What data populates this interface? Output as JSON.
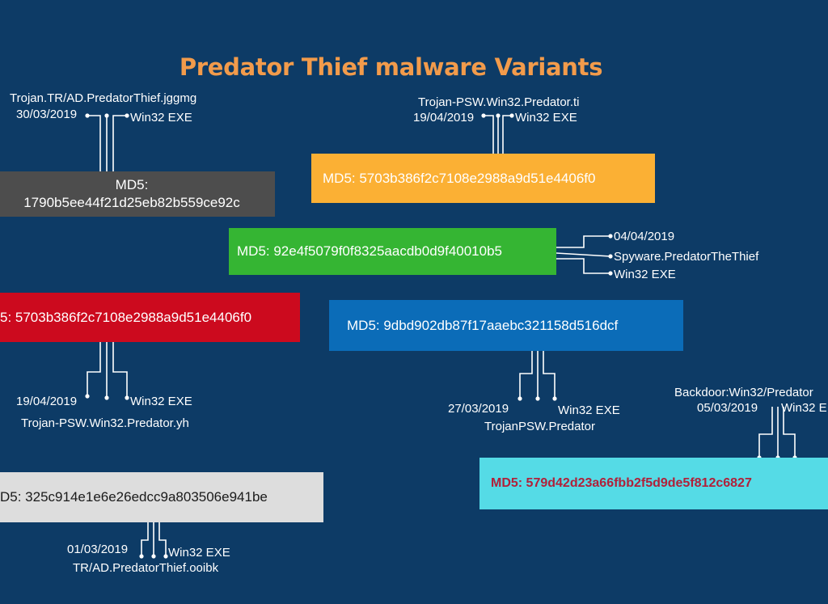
{
  "title": "Predator Thief malware Variants",
  "colors": {
    "background": "#0d3b66",
    "title": "#f29b4b"
  },
  "variants": [
    {
      "id": "v1",
      "md5": "MD5:\n1790b5ee44f21d25eb82b559ce92c",
      "date": "30/03/2019",
      "name": "Trojan.TR/AD.PredatorThief.jggmg",
      "type": "Win32 EXE",
      "box_color": "#4d4d4d",
      "text_color": "#ffffff"
    },
    {
      "id": "v2",
      "md5": "MD5: 5703b386f2c7108e2988a9d51e4406f0",
      "date": "19/04/2019",
      "name": "Trojan-PSW.Win32.Predator.ti",
      "type": "Win32 EXE",
      "box_color": "#fbb034",
      "text_color": "#ffffff"
    },
    {
      "id": "v3",
      "md5": "MD5: 92e4f5079f0f8325aacdb0d9f40010b5",
      "date": "04/04/2019",
      "name": "Spyware.PredatorTheThief",
      "type": "Win32 EXE",
      "box_color": "#35b533",
      "text_color": "#ffffff"
    },
    {
      "id": "v4",
      "md5": "5: 5703b386f2c7108e2988a9d51e4406f0",
      "date": "19/04/2019",
      "name": "Trojan-PSW.Win32.Predator.yh",
      "type": "Win32 EXE",
      "box_color": "#cc0a1e",
      "text_color": "#ffffff"
    },
    {
      "id": "v5",
      "md5": "MD5: 9dbd902db87f17aaebc321158d516dcf",
      "date": "27/03/2019",
      "name": "TrojanPSW.Predator",
      "type": "Win32 EXE",
      "box_color": "#0b6cb8",
      "text_color": "#ffffff"
    },
    {
      "id": "v6",
      "md5": "MD5: 579d42d23a66fbb2f5d9de5f812c6827",
      "date": "05/03/2019",
      "name": "Backdoor:Win32/Predator",
      "type": "Win32 E",
      "box_color": "#55dbe6",
      "text_color": "#b0213a"
    },
    {
      "id": "v7",
      "md5": "D5: 325c914e1e6e26edcc9a803506e941be",
      "date": "01/03/2019",
      "name": "TR/AD.PredatorThief.ooibk",
      "type": "Win32 EXE",
      "box_color": "#dddddd",
      "text_color": "#1a1a1a"
    }
  ]
}
